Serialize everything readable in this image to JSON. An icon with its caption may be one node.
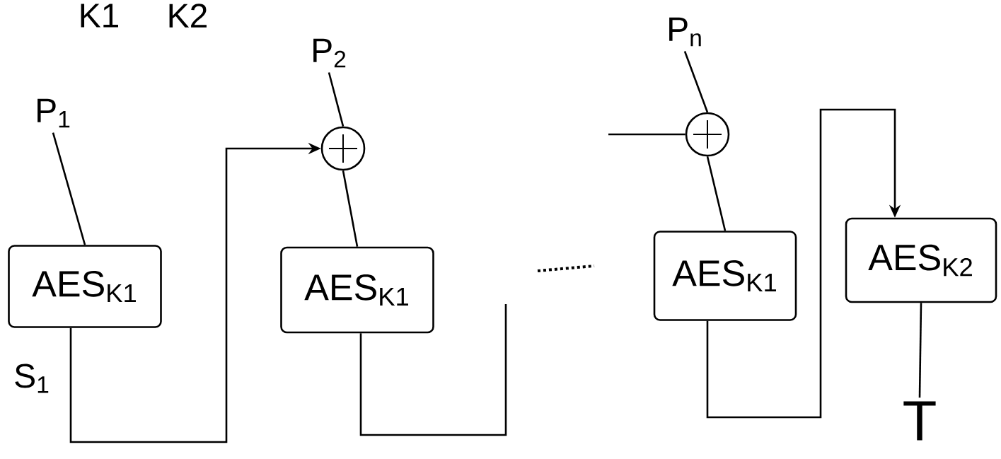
{
  "diagram": {
    "nodes": [
      {
        "text": [
          "P$_{1}$"
        ]
      },
      {
        "text": [
          "P$_{2}$"
        ]
      },
      {
        "text": [
          "P$_{n}$"
        ]
      },
      {
        "text": [
          "AES$_{K1}$"
        ]
      },
      {
        "text": [],
        "shape": "circle"
      },
      {
        "text": [
          "AES$_{K1}$"
        ]
      },
      {
        "text": [],
        "shape": "circle"
      },
      {
        "text": [
          "AES$_{K1}$"
        ]
      },
      {
        "text": [
          "AES$_{K2}$"
        ]
      },
      {
        "text": [
          "T"
        ]
      }
    ],
    "edges": [
      {
        "from": 0,
        "to": 3,
        "arrow": "none"
      },
      {
        "from": 1,
        "to": 4,
        "arrow": "none"
      },
      {
        "from": 3,
        "to": 4,
        "arrow": "to",
        "label": "S$_{1}$"
      },
      {
        "from": 4,
        "to": 5,
        "arrow": "none"
      },
      {
        "from": 5,
        "to": null,
        "arrow": "none"
      },
      {
        "from": null,
        "to": 6,
        "arrow": "none"
      },
      {
        "from": 2,
        "to": 6,
        "arrow": "none"
      },
      {
        "from": 6,
        "to": 7,
        "arrow": "none"
      },
      {
        "from": 7,
        "to": 8,
        "arrow": "to"
      },
      {
        "from": 8,
        "to": 9,
        "arrow": "none"
      }
    ],
    "labels": [
      "K1",
      "K2"
    ]
  }
}
